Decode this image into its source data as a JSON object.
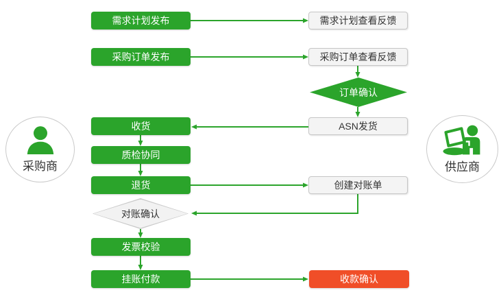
{
  "palette": {
    "green": "#2BA42B",
    "red_orange": "#F04E28",
    "neutral_fill": "#f4f4f4",
    "neutral_border": "#c6c6c6",
    "dark_text": "#333333",
    "white_text": "#ffffff"
  },
  "actors": {
    "buyer": {
      "label": "采购商",
      "icon": "person-silhouette-icon"
    },
    "supplier": {
      "label": "供应商",
      "icon": "person-with-laptop-icon"
    }
  },
  "nodes": {
    "demand_publish": {
      "label": "需求计划发布",
      "type": "process",
      "owner": "buyer"
    },
    "demand_feedback": {
      "label": "需求计划查看反馈",
      "type": "process",
      "owner": "supplier"
    },
    "po_publish": {
      "label": "采购订单发布",
      "type": "process",
      "owner": "buyer"
    },
    "po_feedback": {
      "label": "采购订单查看反馈",
      "type": "process",
      "owner": "supplier"
    },
    "order_confirm": {
      "label": "订单确认",
      "type": "decision",
      "owner": "supplier"
    },
    "asn_ship": {
      "label": "ASN发货",
      "type": "process",
      "owner": "supplier"
    },
    "receive": {
      "label": "收货",
      "type": "process",
      "owner": "buyer"
    },
    "quality_check": {
      "label": "质检协同",
      "type": "process",
      "owner": "buyer"
    },
    "return_goods": {
      "label": "退货",
      "type": "process",
      "owner": "buyer"
    },
    "create_statement": {
      "label": "创建对账单",
      "type": "process",
      "owner": "supplier"
    },
    "statement_confirm": {
      "label": "对账确认",
      "type": "decision",
      "owner": "buyer"
    },
    "invoice_verify": {
      "label": "发票校验",
      "type": "process",
      "owner": "buyer"
    },
    "pending_payment": {
      "label": "挂账付款",
      "type": "process",
      "owner": "buyer"
    },
    "receipt_confirm": {
      "label": "收款确认",
      "type": "end",
      "owner": "supplier"
    }
  },
  "edges": [
    {
      "from": "demand_publish",
      "to": "demand_feedback"
    },
    {
      "from": "po_publish",
      "to": "po_feedback"
    },
    {
      "from": "po_feedback",
      "to": "order_confirm"
    },
    {
      "from": "order_confirm",
      "to": "asn_ship"
    },
    {
      "from": "asn_ship",
      "to": "receive"
    },
    {
      "from": "receive",
      "to": "quality_check"
    },
    {
      "from": "quality_check",
      "to": "return_goods"
    },
    {
      "from": "return_goods",
      "to": "create_statement"
    },
    {
      "from": "create_statement",
      "to": "statement_confirm"
    },
    {
      "from": "statement_confirm",
      "to": "invoice_verify"
    },
    {
      "from": "invoice_verify",
      "to": "pending_payment"
    },
    {
      "from": "pending_payment",
      "to": "receipt_confirm"
    }
  ]
}
